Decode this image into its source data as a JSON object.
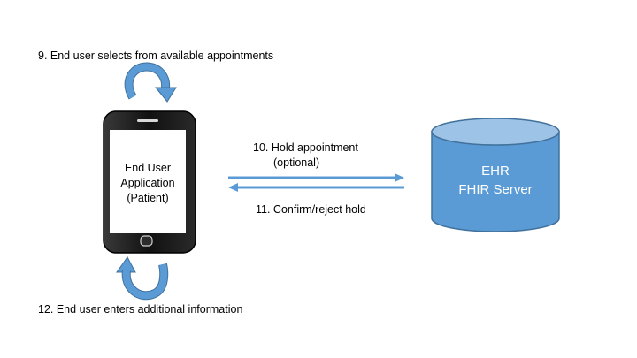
{
  "steps": {
    "step9": "9.   End user selects from available appointments",
    "step10_line1": "10. Hold appointment",
    "step10_line2": "(optional)",
    "step11": "11. Confirm/reject hold",
    "step12": "12. End user enters additional information"
  },
  "phone": {
    "label_line1": "End User",
    "label_line2": "Application",
    "label_line3": "(Patient)"
  },
  "server": {
    "label_line1": "EHR",
    "label_line2": "FHIR Server"
  },
  "colors": {
    "arrow": "#5B9BD5",
    "cylinder_fill": "#5B9BD5",
    "cylinder_top": "#9DC3E6",
    "cylinder_stroke": "#41719C",
    "phone_body": "#1a1a1a"
  }
}
